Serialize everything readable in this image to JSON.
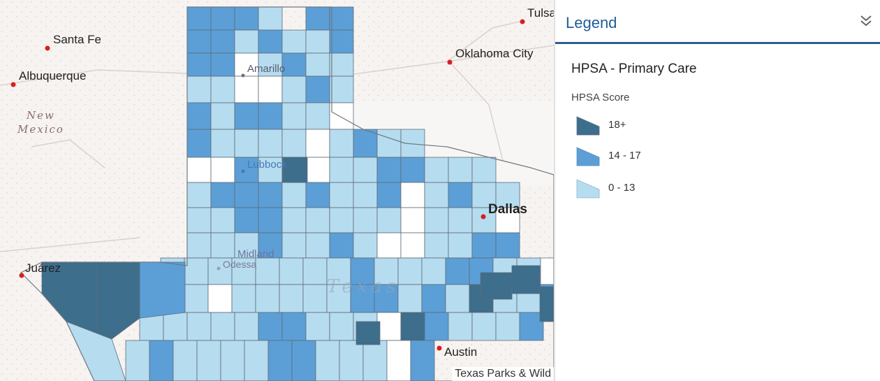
{
  "map": {
    "cities": [
      {
        "name": "Santa Fe"
      },
      {
        "name": "Albuquerque"
      },
      {
        "name": "Tulsa"
      },
      {
        "name": "Oklahoma City"
      },
      {
        "name": "Amarillo"
      },
      {
        "name": "Lubbock"
      },
      {
        "name": "Dallas"
      },
      {
        "name": "Midland"
      },
      {
        "name": "Odessa"
      },
      {
        "name": "Juárez"
      },
      {
        "name": "Austin"
      }
    ],
    "state_labels": [
      "New",
      "Mexico"
    ],
    "region_label": "Texas",
    "attribution": "Texas Parks & Wild"
  },
  "legend": {
    "title": "Legend",
    "layer_title": "HPSA - Primary Care",
    "field_name": "HPSA Score",
    "classes": [
      {
        "label": "18+",
        "color": "#3d6e8c"
      },
      {
        "label": "14 - 17",
        "color": "#5b9fd6"
      },
      {
        "label": "0 - 13",
        "color": "#b6dcef"
      }
    ]
  },
  "colors": {
    "header_accent": "#2e5f8f",
    "title_blue": "#1f5d96",
    "city_dot": "#d91e1e",
    "county_border": "#5f6b78"
  }
}
